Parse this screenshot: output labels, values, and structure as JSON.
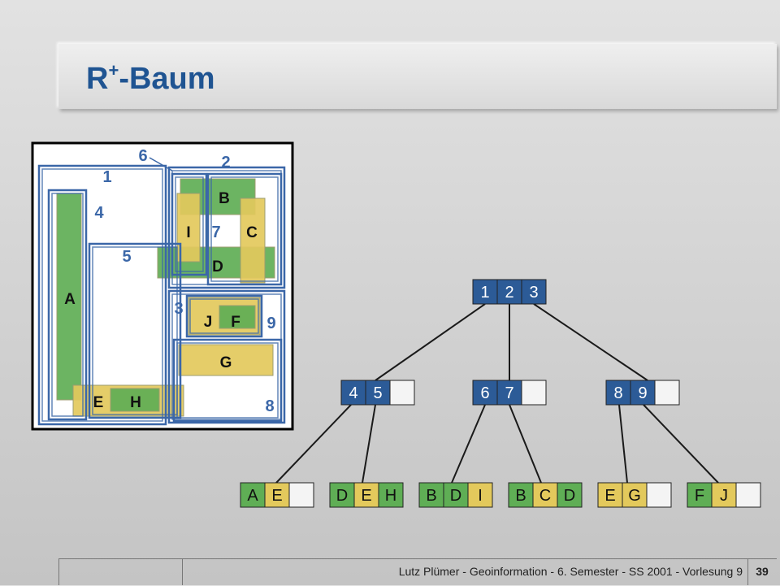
{
  "title": {
    "main": "R",
    "sup": "+",
    "rest": "-Baum"
  },
  "colors": {
    "blue": "#3b67a8",
    "green": "#5fae55",
    "yellow": "#e3c95c",
    "node_dark": "#2c5b97",
    "node_empty": "#f4f4f4"
  },
  "region_numbers": [
    "1",
    "2",
    "3",
    "4",
    "5",
    "6",
    "7",
    "8",
    "9"
  ],
  "objects": [
    "A",
    "B",
    "C",
    "D",
    "E",
    "F",
    "G",
    "H",
    "I",
    "J"
  ],
  "tree": {
    "root": [
      "1",
      "2",
      "3"
    ],
    "internal": [
      [
        "4",
        "5",
        ""
      ],
      [
        "6",
        "7",
        ""
      ],
      [
        "8",
        "9",
        ""
      ]
    ],
    "leaves": [
      [
        "A",
        "E",
        ""
      ],
      [
        "D",
        "E",
        "H"
      ],
      [
        "B",
        "D",
        "I"
      ],
      [
        "B",
        "C",
        "D"
      ],
      [
        "E",
        "G",
        ""
      ],
      [
        "F",
        "J",
        ""
      ]
    ]
  },
  "footer": {
    "text": "Lutz Plümer - Geoinformation - 6. Semester - SS 2001 - Vorlesung 9",
    "page": "39"
  }
}
